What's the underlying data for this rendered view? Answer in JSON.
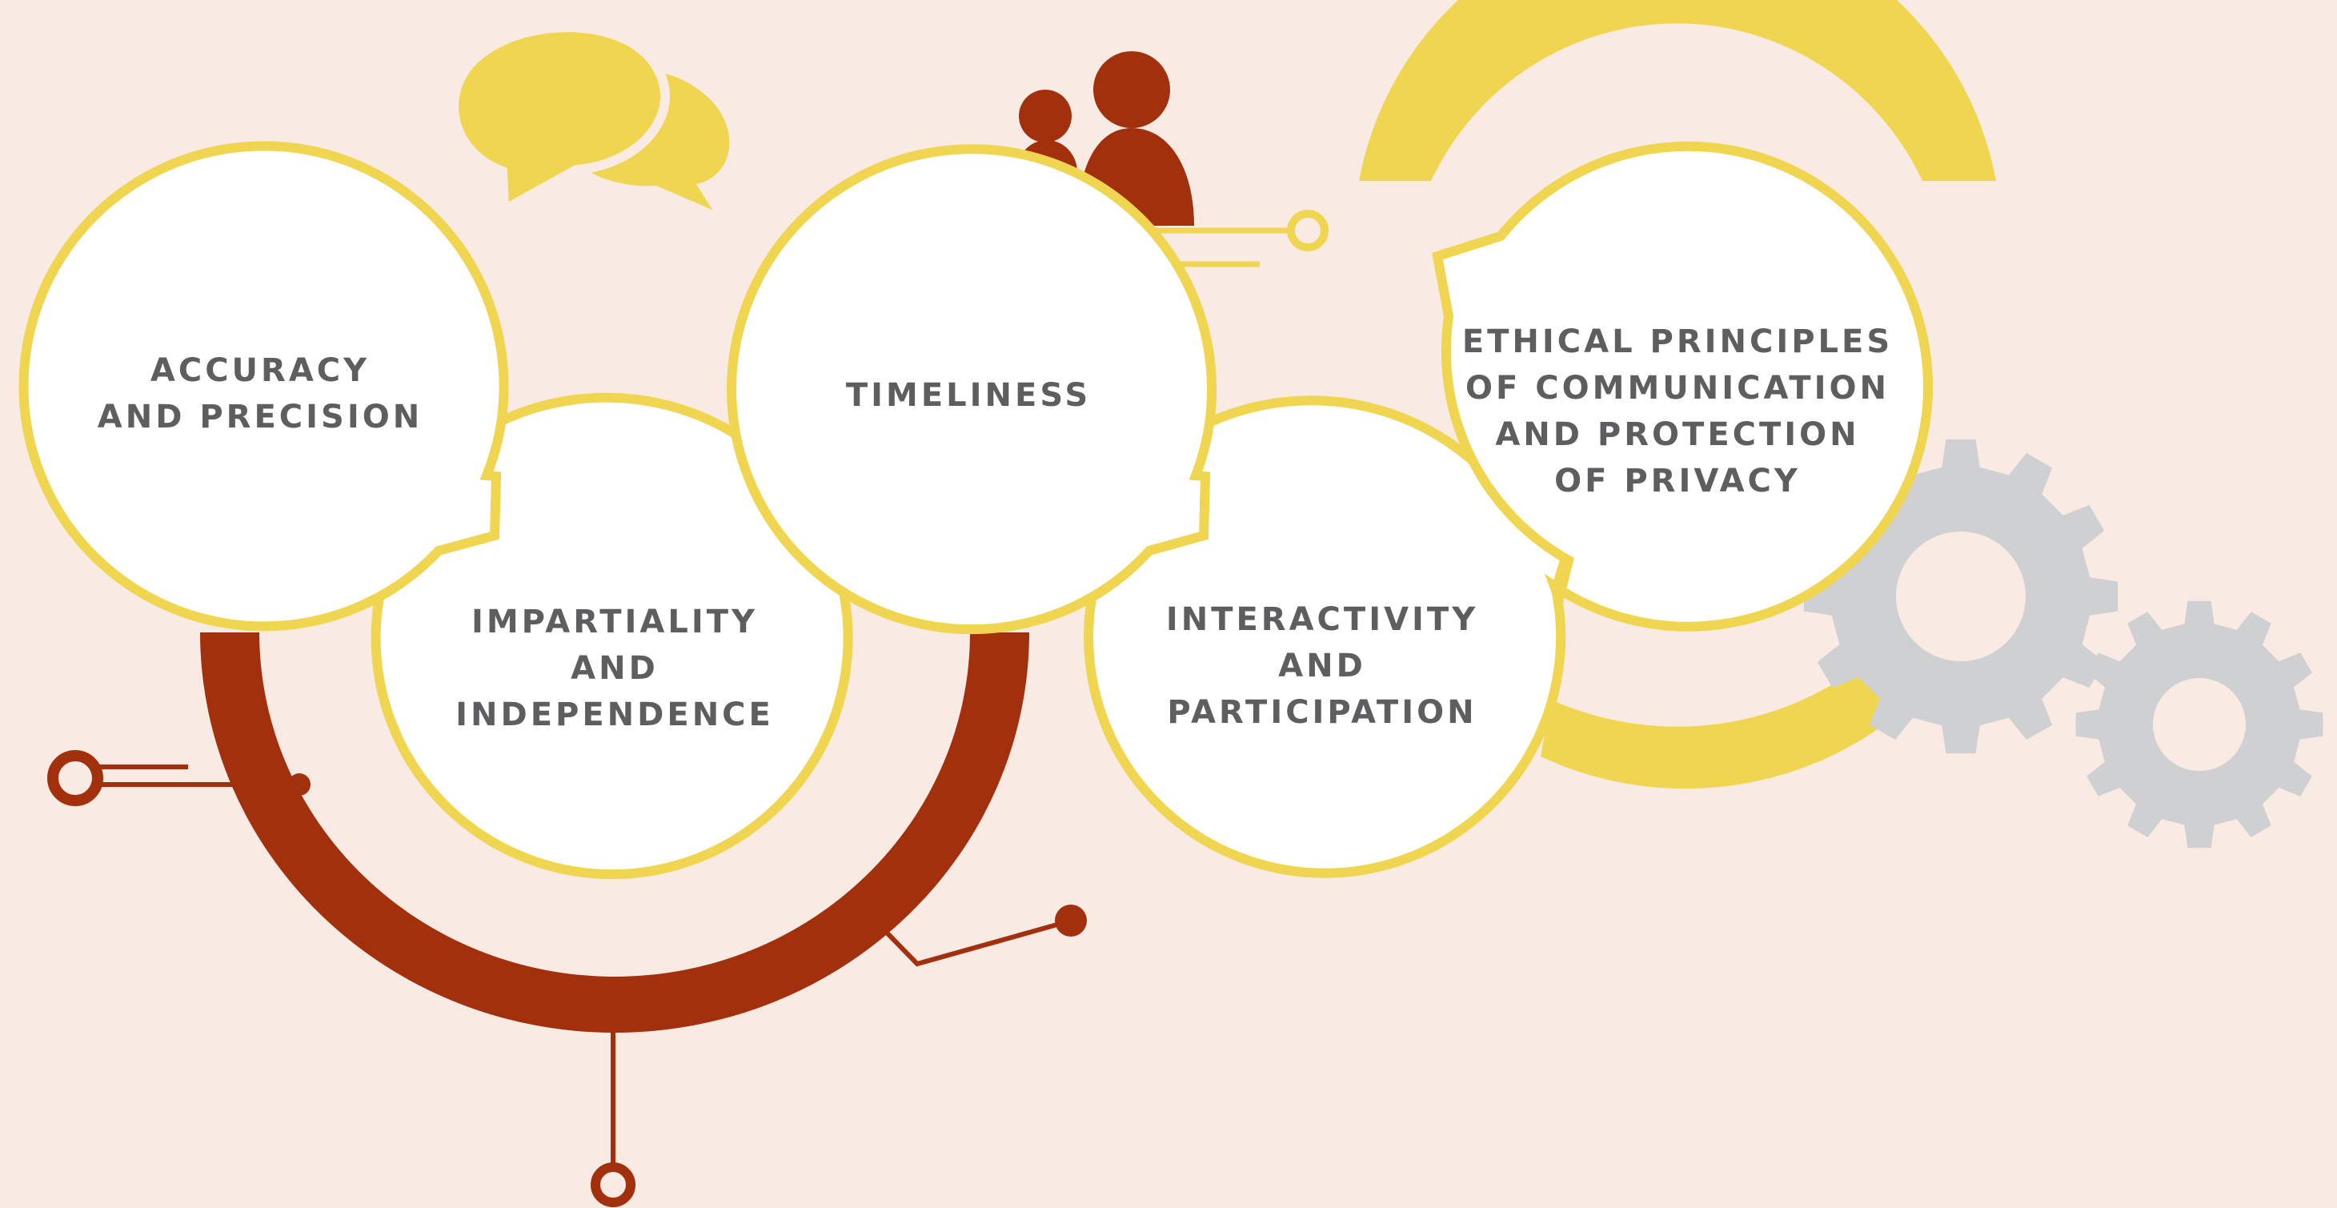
{
  "colors": {
    "background": "#f9ebe3",
    "yellow": "#f0d550",
    "rust": "#a3300c",
    "gear": "#cfd0d2",
    "bubble_fill": "#ffffff",
    "text": "#5e5e60"
  },
  "icons": [
    "speech-bubbles-icon",
    "people-icon",
    "gears-icon"
  ],
  "principles": [
    {
      "id": "accuracy",
      "lines": [
        "ACCURACY",
        "AND PRECISION"
      ]
    },
    {
      "id": "impartiality",
      "lines": [
        "IMPARTIALITY",
        "AND",
        "INDEPENDENCE"
      ]
    },
    {
      "id": "timeliness",
      "lines": [
        "TIMELINESS"
      ]
    },
    {
      "id": "interactivity",
      "lines": [
        "INTERACTIVITY",
        "AND",
        "PARTICIPATION"
      ]
    },
    {
      "id": "ethics",
      "lines": [
        "ETHICAL PRINCIPLES",
        "OF COMMUNICATION",
        "AND PROTECTION",
        "OF PRIVACY"
      ]
    }
  ]
}
